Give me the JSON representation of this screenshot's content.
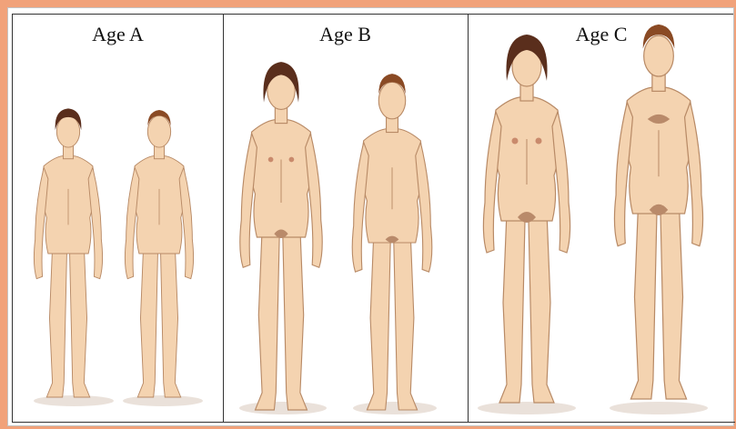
{
  "stages": [
    {
      "label": "Age A"
    },
    {
      "label": "Age B"
    },
    {
      "label": "Age C"
    }
  ],
  "colors": {
    "background": "#f1a27a",
    "skin": "#f4d3b0",
    "hair_dark": "#5a2e1c",
    "hair_light": "#8a4a24"
  }
}
